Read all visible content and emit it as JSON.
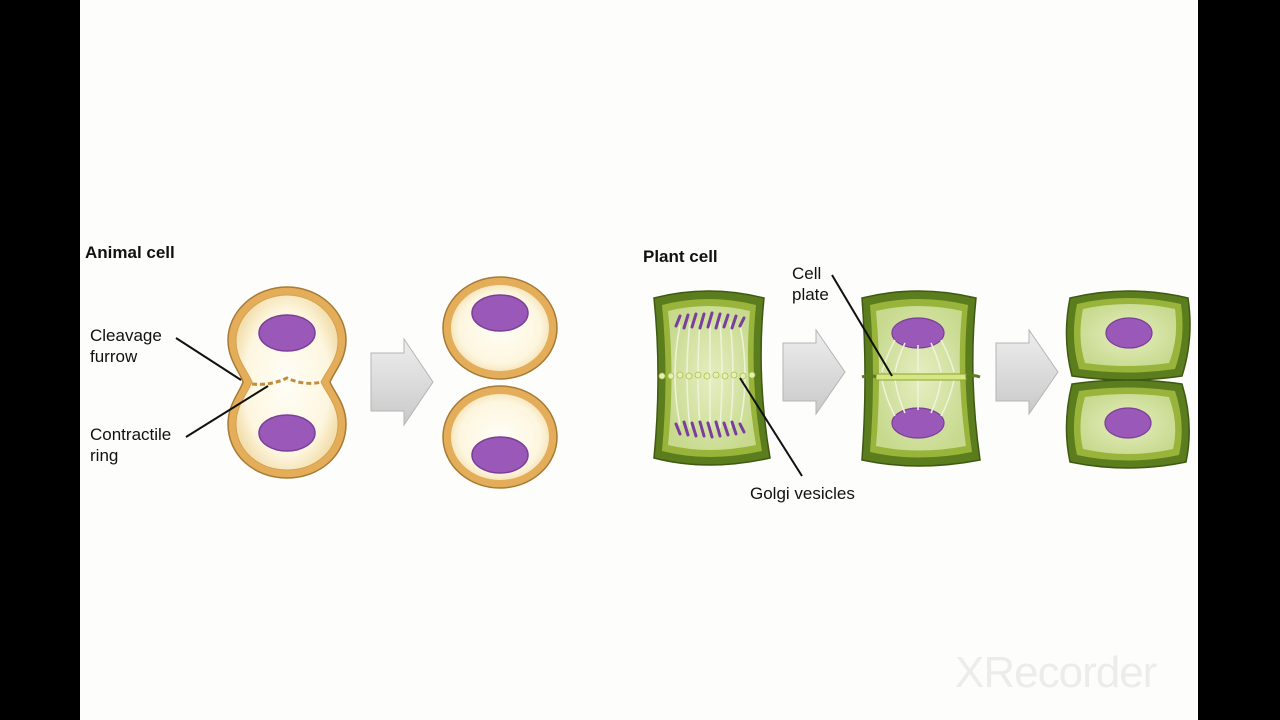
{
  "animal": {
    "title": "Animal cell",
    "cleavage_label": [
      "Cleavage",
      "furrow"
    ],
    "contractile_label": [
      "Contractile",
      "ring"
    ]
  },
  "plant": {
    "title": "Plant cell",
    "cell_plate_label": [
      "Cell",
      "plate"
    ],
    "golgi_label": "Golgi vesicles"
  },
  "watermark": "XRecorder",
  "colors": {
    "background": "#fdfefb",
    "frame": "#000000",
    "animal_membrane": "#d9a658",
    "animal_cytoplasm": "#fdf8e8",
    "nucleus": "#9a59b8",
    "plant_wall_outer": "#5b7d1d",
    "plant_wall_inner": "#98b43b",
    "plant_cytoplasm": "#cfdf9a",
    "arrow": "#dedede"
  }
}
